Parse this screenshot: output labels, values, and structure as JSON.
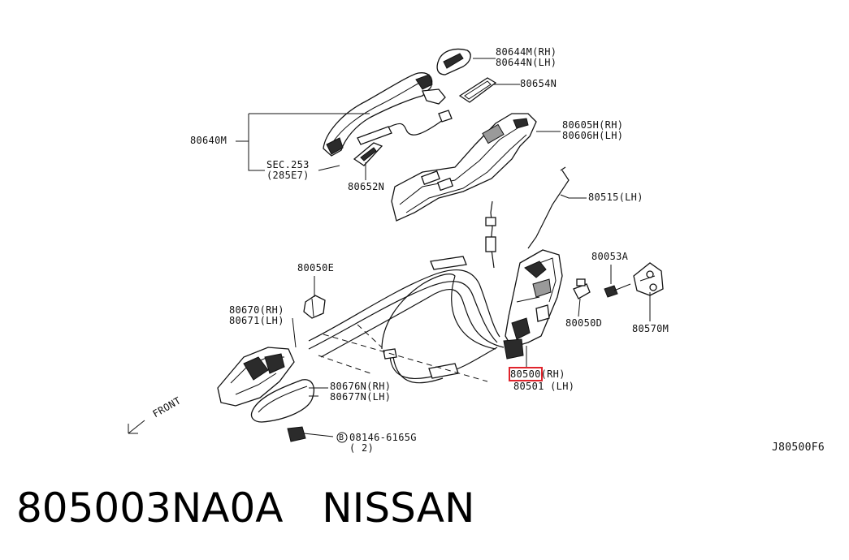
{
  "labels": {
    "handle_escutcheon": "80644M(RH)\n80644N(LH)",
    "gasket_outer": "80654N",
    "handle_frame": "80605H(RH)\n80606H(LH)",
    "outside_handle": "80640M",
    "sec_ref": "SEC.253\n(285E7)",
    "gasket_small": "80652N",
    "rod": "80515(LH)",
    "clip_e": "80050E",
    "screw_a": "80053A",
    "inside_handle": "80670(RH)\n80671(LH)",
    "grommet_d": "80050D",
    "striker": "80570M",
    "lock_actuator_rh": "80500",
    "lock_actuator_rh_side": "(RH)",
    "lock_actuator_lh": "80501 (LH)",
    "escutcheon_inner": "80676N(RH)\n80677N(LH)",
    "front": "FRONT",
    "bolt": "08146-6165G\n( 2)",
    "bolt_marker": "B",
    "diagram_code": "J80500F6"
  },
  "caption": {
    "part_number": "805003NA0A",
    "brand": "NISSAN"
  },
  "colors": {
    "highlight": "#e0242c",
    "ink": "#111111"
  }
}
